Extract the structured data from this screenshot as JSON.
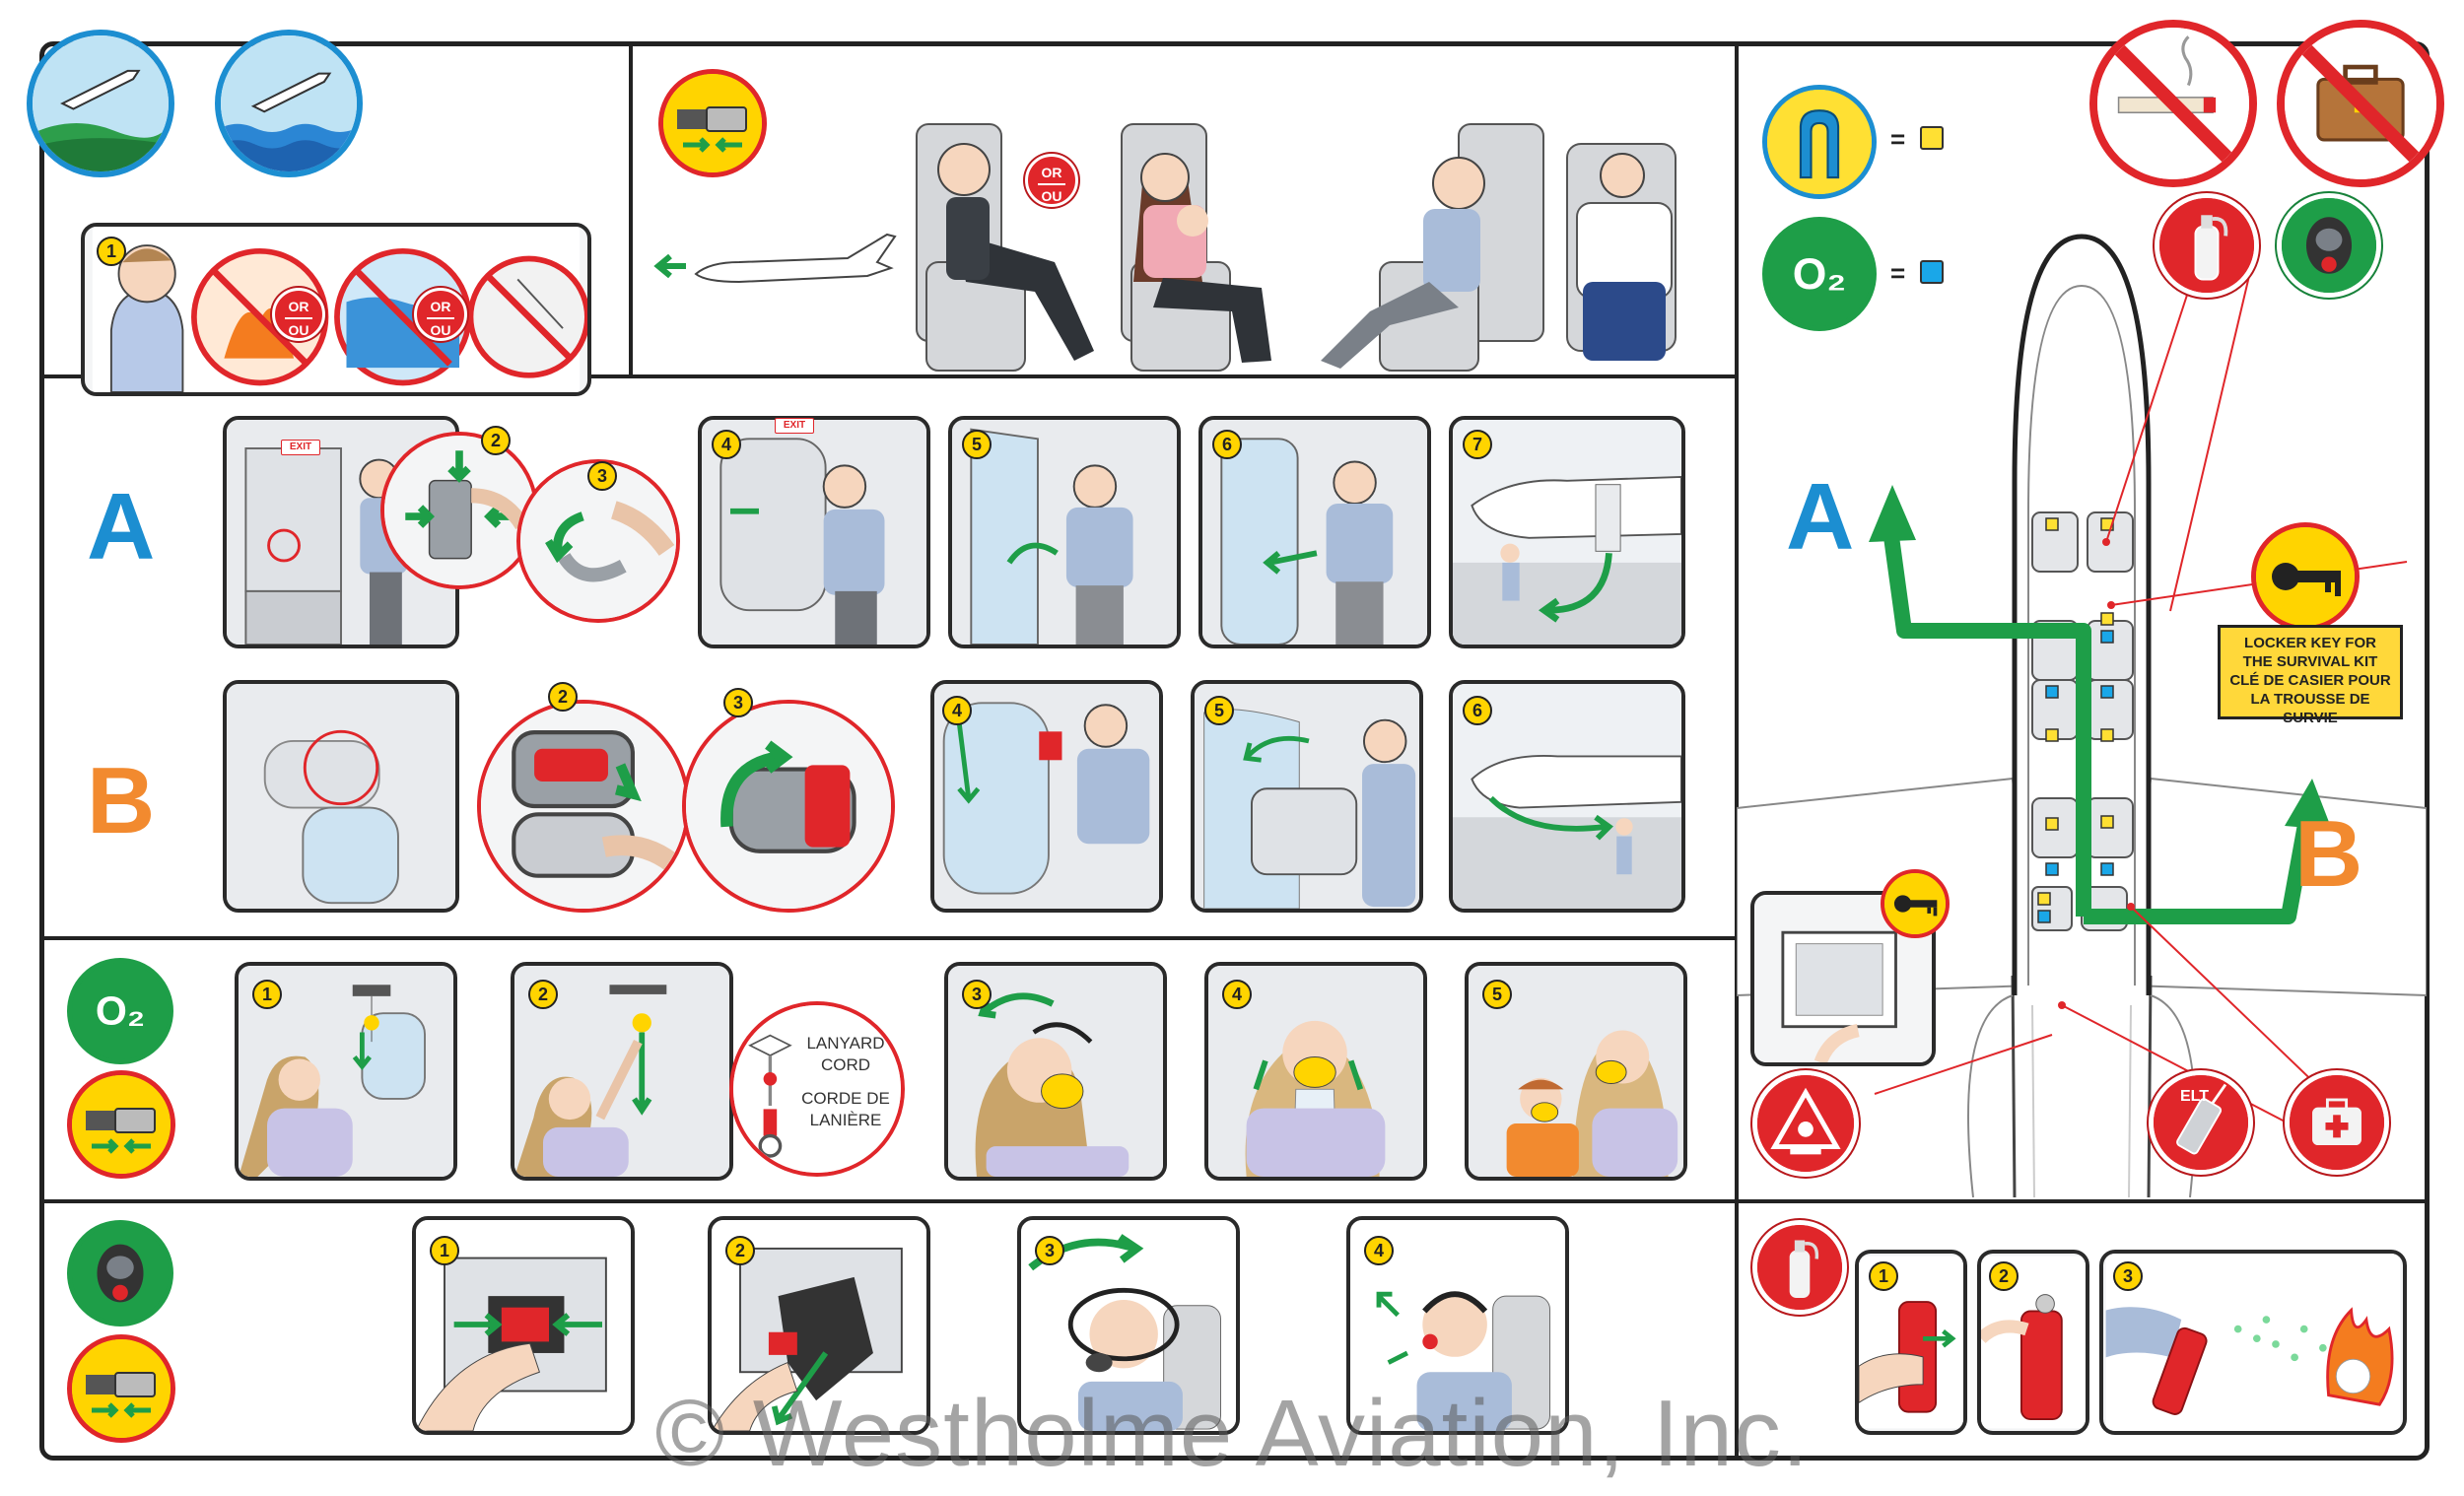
{
  "or_badge": {
    "line1": "OR",
    "line2": "OU"
  },
  "exits": {
    "a_letter": "A",
    "b_letter": "B"
  },
  "exit_a_steps": [
    "2",
    "3",
    "4",
    "5",
    "6",
    "7"
  ],
  "exit_b_steps": [
    "2",
    "3",
    "4",
    "5",
    "6"
  ],
  "exit_sign": "EXIT",
  "brace_step": "1",
  "oxygen": {
    "badge": "O2",
    "steps": [
      "1",
      "2",
      "3",
      "4",
      "5"
    ]
  },
  "lanyard": {
    "en_line1": "LANYARD",
    "en_line2": "CORD",
    "fr_line1": "CORDE DE",
    "fr_line2": "LANIÈRE"
  },
  "smoke_hood": {
    "steps": [
      "1",
      "2",
      "3",
      "4"
    ]
  },
  "extinguisher": {
    "steps": [
      "1",
      "2",
      "3"
    ]
  },
  "legend": {
    "equals": "=",
    "vest_color": "#ffe033",
    "o2_color": "#1aa7e8"
  },
  "locker_callout": {
    "line1": "LOCKER KEY FOR",
    "line2": "THE SURVIVAL KIT",
    "line3": "CLÉ DE CASIER POUR",
    "line4": "LA TROUSSE DE SURVIE"
  },
  "elt_label": "ELT",
  "watermark": "© Westholme Aviation, Inc.",
  "colors": {
    "red": "#e0262a",
    "green": "#1e9e48",
    "blue": "#1c8ed1",
    "orange": "#f28a2f",
    "yellow": "#ffd400"
  }
}
